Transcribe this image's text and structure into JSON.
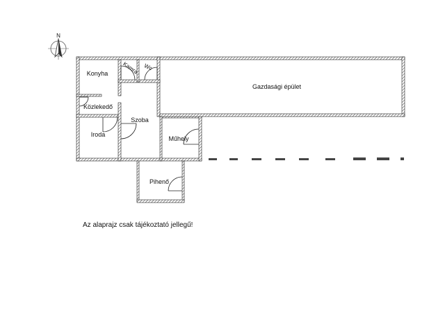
{
  "compass": {
    "north_label": "N"
  },
  "rooms": {
    "konyha": "Konyha",
    "kamra": "Kamra",
    "wc": "Wc",
    "gazdasagi": "Gazdasági épület",
    "kozlekedo": "Közlekedő",
    "szoba": "Szoba",
    "iroda": "Iroda",
    "muhely": "Műhely",
    "piheno": "Pihenő"
  },
  "note": "Az alaprajz csak tájékoztató jellegű!"
}
